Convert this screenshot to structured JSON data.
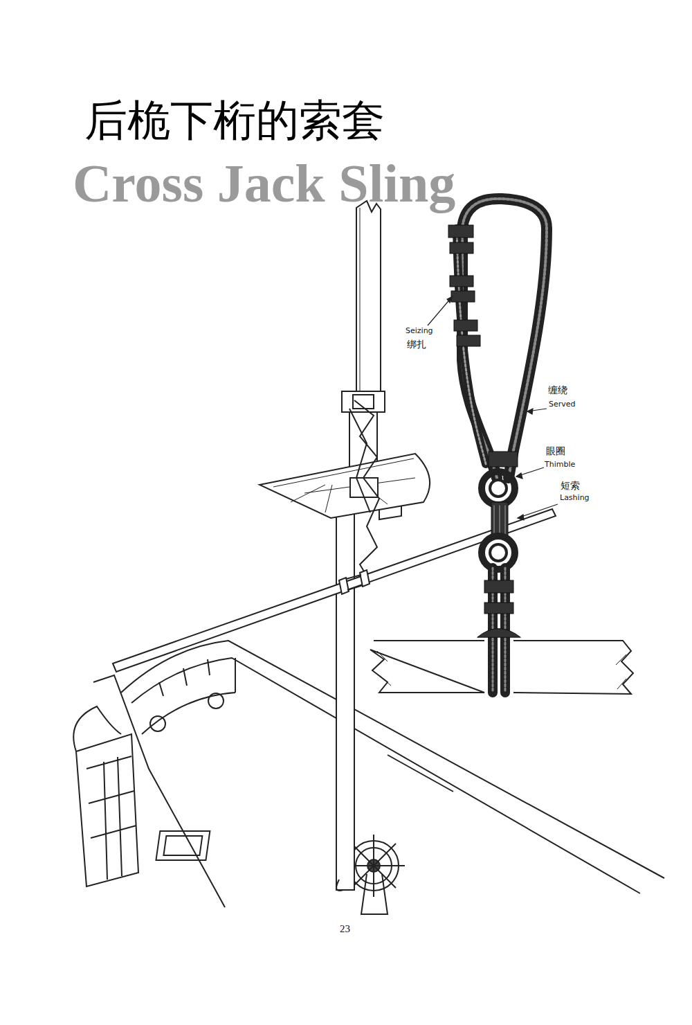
{
  "diagram": {
    "title": "后桅下桁的索套",
    "labels": [
      "Cross Jack Sling",
      "Seizing",
      "绑扎",
      "缠绕",
      "Served",
      "眼圈",
      "Thimble",
      "短索",
      "Lashing",
      "23"
    ]
  }
}
